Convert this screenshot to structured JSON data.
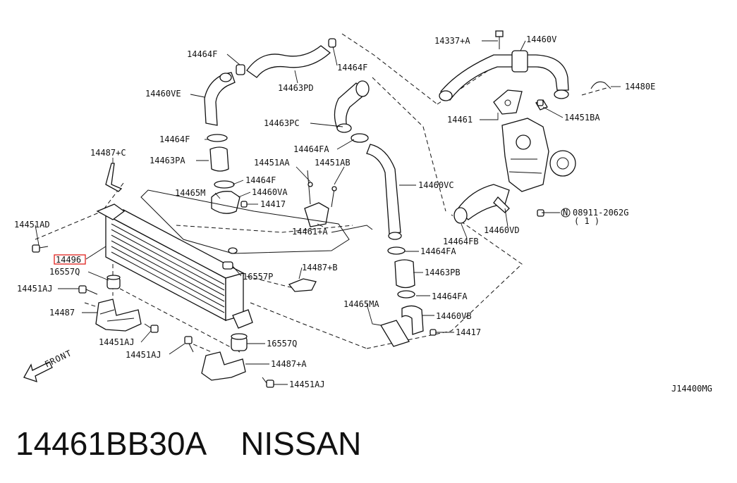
{
  "diagram_ref": "J14400MG",
  "front_label": "FRONT",
  "highlight_color": "#e0201c",
  "caption": {
    "part_number": "14461BB30A",
    "brand": "NISSAN"
  },
  "labels": {
    "l_14337A": "14337+A",
    "l_14460V": "14460V",
    "l_14464F_top": "14464F",
    "l_14464F_right": "14464F",
    "l_14480E": "14480E",
    "l_14463PD": "14463PD",
    "l_14460VE": "14460VE",
    "l_14461": "14461",
    "l_14451BA": "14451BA",
    "l_14463PC": "14463PC",
    "l_14464F_mid": "14464F",
    "l_14464FA_top": "14464FA",
    "l_14487C": "14487+C",
    "l_14451AA": "14451AA",
    "l_14451AB": "14451AB",
    "l_14463PA": "14463PA",
    "l_14464F_low": "14464F",
    "l_14460VC": "14460VC",
    "l_14465M": "14465M",
    "l_14460VA": "14460VA",
    "l_14417_top": "14417",
    "l_08911": "08911-2062G",
    "l_08911_n": "N",
    "l_08911_qty": "( 1 )",
    "l_14451AD": "14451AD",
    "l_14461A": "14461+A",
    "l_14464FB": "14464FB",
    "l_14460VD": "14460VD",
    "l_14496": "14496",
    "l_14464FA_mid": "14464FA",
    "l_16557Q_top": "16557Q",
    "l_16557P": "16557P",
    "l_14463PB": "14463PB",
    "l_14487B": "14487+B",
    "l_14451AJ_1": "14451AJ",
    "l_14464FA_low": "14464FA",
    "l_14465MA": "14465MA",
    "l_14460VB": "14460VB",
    "l_14487": "14487",
    "l_14417_low": "14417",
    "l_14451AJ_2": "14451AJ",
    "l_16557Q_low": "16557Q",
    "l_14451AJ_3": "14451AJ",
    "l_14487A": "14487+A",
    "l_14451AJ_4": "14451AJ"
  }
}
